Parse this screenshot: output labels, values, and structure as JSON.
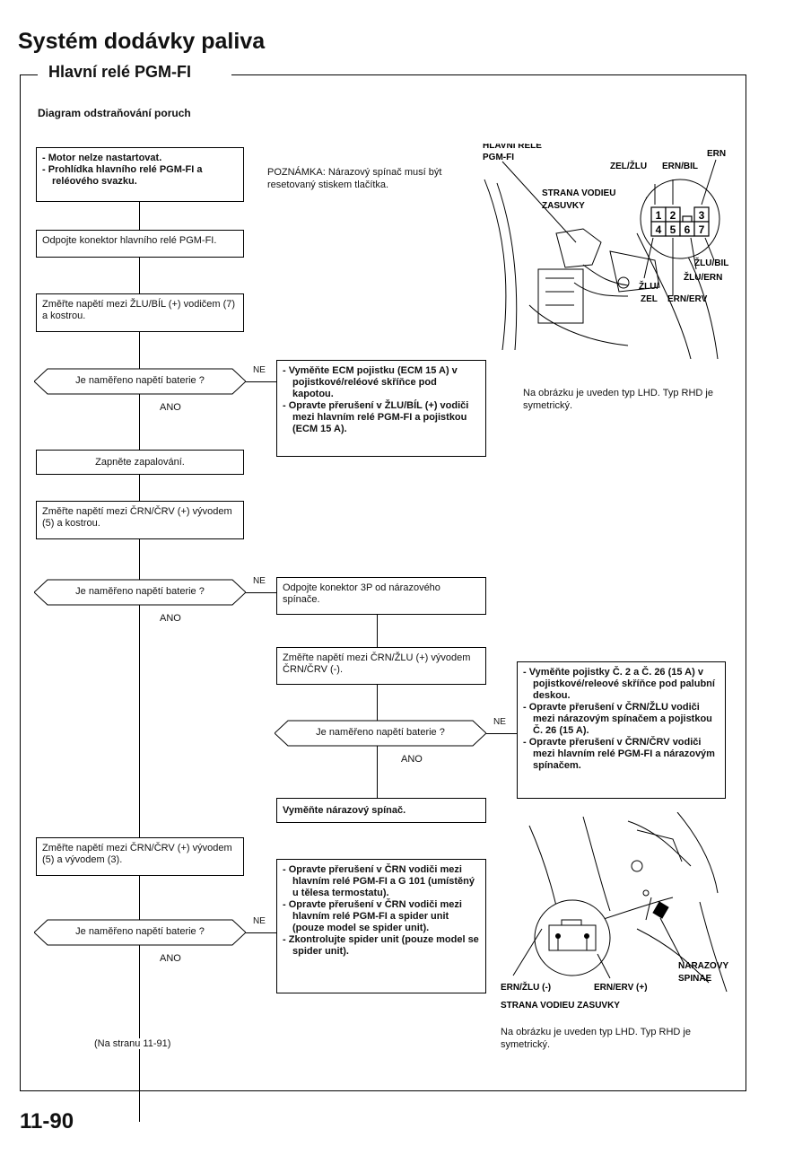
{
  "header": {
    "title": "Systém dodávky paliva",
    "section": "Hlavní relé PGM-FI"
  },
  "flow": {
    "subtitle": "Diagram odstraňování poruch",
    "start": [
      "Motor nelze nastartovat.",
      "Prohlídka hlavního relé PGM-FI a reléového svazku."
    ],
    "note": "POZNÁMKA: Nárazový spínač musí být resetovaný stiskem tlačítka.",
    "step1": "Odpojte konektor hlavního relé PGM-FI.",
    "step2": "Změřte napětí mezi ŽLU/BÍL (+) vodičem (7) a kostrou.",
    "dec1": "Je naměřeno napětí baterie ?",
    "no": "NE",
    "yes": "ANO",
    "fix1": [
      "Vyměňte ECM pojistku (ECM 15 A) v pojistkové/reléové skříňce pod kapotou.",
      "Opravte přerušení v ŽLU/BÍL (+) vodiči mezi hlavním relé PGM-FI a pojistkou (ECM 15 A)."
    ],
    "step3": "Zapněte zapalování.",
    "step4": "Změřte napětí mezi ČRN/ČRV (+) vývodem (5) a kostrou.",
    "dec2": "Je naměřeno napětí baterie ?",
    "step5": "Odpojte konektor 3P od nárazového spínače.",
    "step6": "Změřte napětí mezi ČRN/ŽLU (+) vývodem ČRN/ČRV (-).",
    "dec3": "Je naměřeno napětí baterie ?",
    "fix2": [
      "Vyměňte pojistky Č. 2 a Č. 26 (15 A) v pojistkové/releové skříňce pod palubní deskou.",
      "Opravte přerušení v ČRN/ŽLU vodiči mezi nárazovým spínačem a pojistkou Č. 26 (15 A).",
      "Opravte přerušení v ČRN/ČRV vodiči mezi hlavním relé PGM-FI a nárazovým spínačem."
    ],
    "fix3": "Vyměňte nárazový spínač.",
    "step7": "Změřte napětí mezi ČRN/ČRV (+) vývodem (5) a vývodem (3).",
    "dec4": "Je naměřeno napětí baterie ?",
    "fix4": [
      "Opravte přerušení v ČRN vodiči mezi hlavním relé PGM-FI a G 101 (umístěný u tělesa termostatu).",
      "Opravte přerušení v ČRN vodiči mezi hlavním relé PGM-FI a spider unit (pouze model se spider unit).",
      "Zkontrolujte spider unit (pouze model se spider unit)."
    ],
    "next": "(Na stranu 11-91)"
  },
  "figure1": {
    "relay": "HLAVNI RELE PGM-FI",
    "side": "STRANA VODIEU ZASUVKY",
    "pins": [
      "1",
      "2",
      "3",
      "4",
      "5",
      "6",
      "7"
    ],
    "wires": [
      "ERN",
      "ZEL/ŽLU",
      "ERN/BIL",
      "ŽLU/BIL",
      "ŽLU/ERN",
      "ŽLU/ ZEL",
      "ERN/ERV"
    ],
    "caption": "Na obrázku je uveden typ LHD. Typ RHD je symetrický."
  },
  "figure2": {
    "wire_a": "ERN/ŽLU (-)",
    "wire_b": "ERN/ERV (+)",
    "switch": "NARAZOVY SPINAE",
    "side": "STRANA VODIEU ZASUVKY",
    "caption": "Na obrázku je uveden typ LHD. Typ RHD je symetrický."
  },
  "footer": {
    "page": "11-90"
  }
}
